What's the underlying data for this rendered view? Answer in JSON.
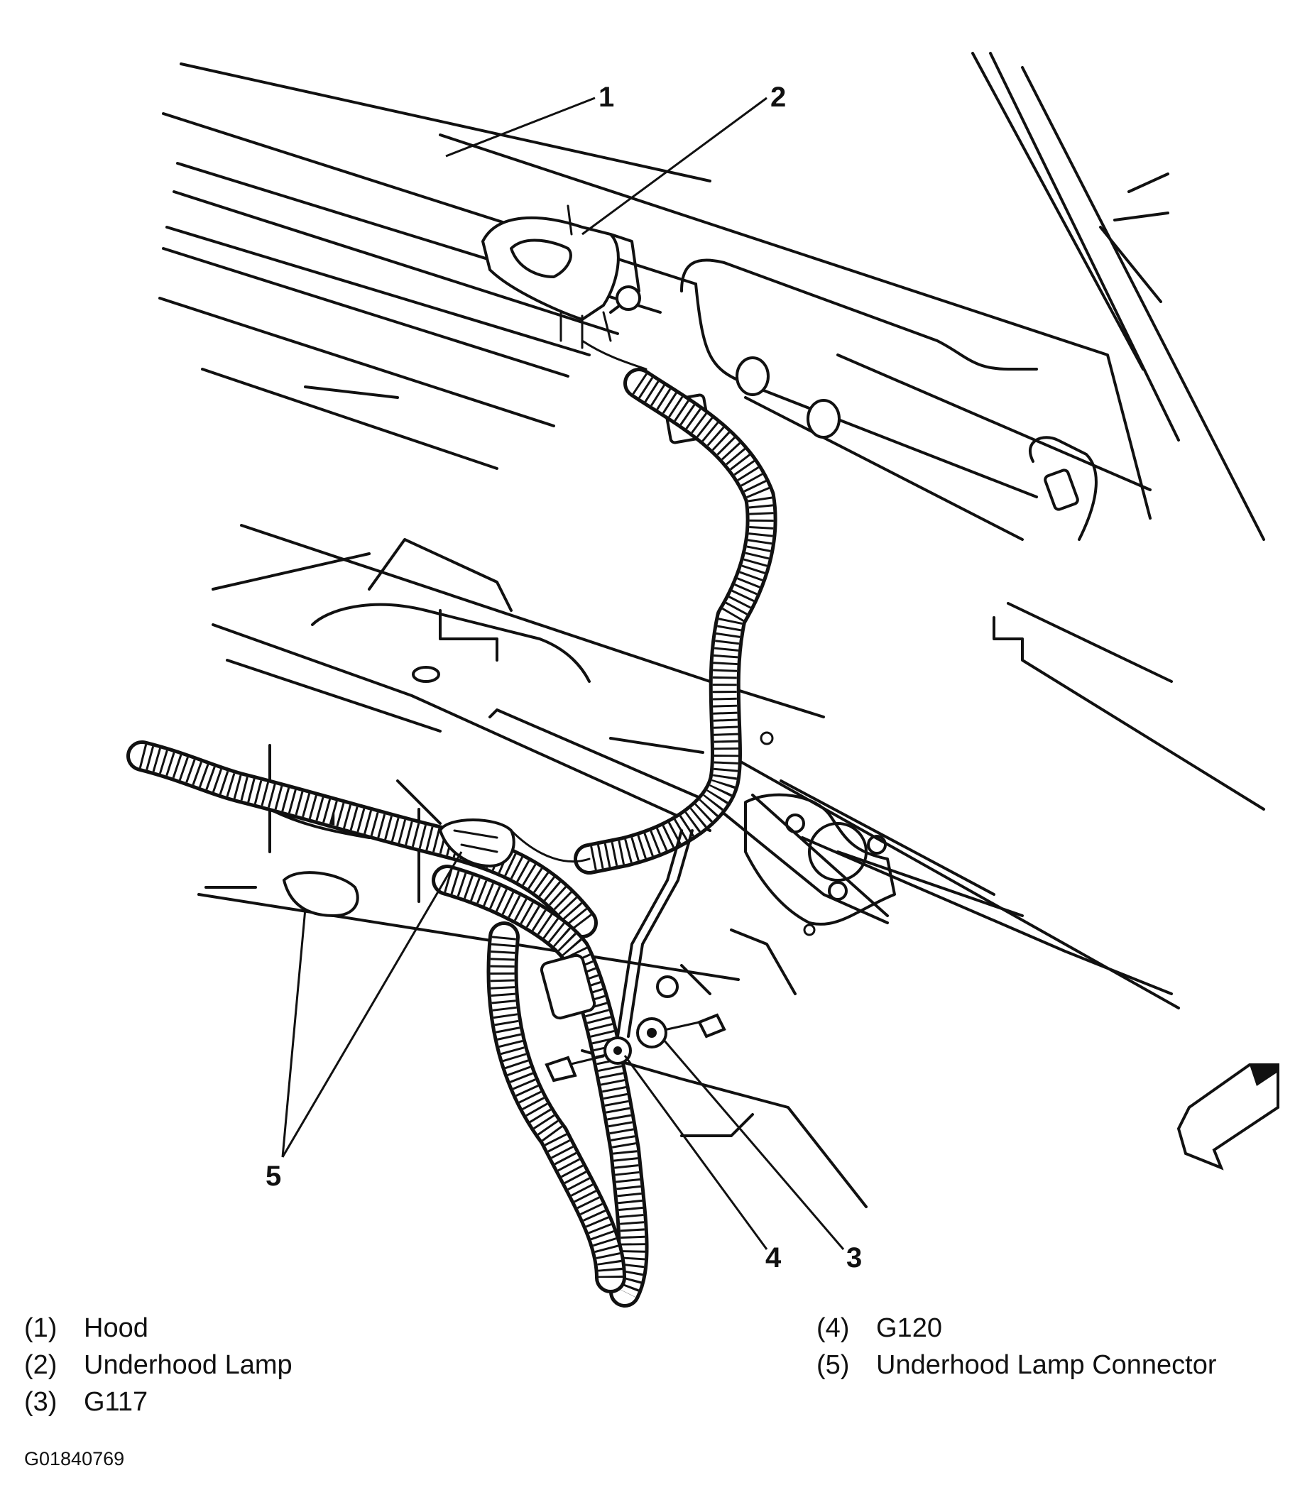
{
  "callouts": {
    "c1": "1",
    "c2": "2",
    "c3": "3",
    "c4": "4",
    "c5": "5"
  },
  "legend": {
    "left": [
      {
        "num": "(1)",
        "label": "Hood"
      },
      {
        "num": "(2)",
        "label": "Underhood Lamp"
      },
      {
        "num": "(3)",
        "label": "G117"
      }
    ],
    "right": [
      {
        "num": "(4)",
        "label": "G120"
      },
      {
        "num": "(5)",
        "label": "Underhood Lamp Connector"
      }
    ]
  },
  "figure_id": "G01840769",
  "icons": {
    "direction_arrow": "front-direction-arrow-icon"
  }
}
